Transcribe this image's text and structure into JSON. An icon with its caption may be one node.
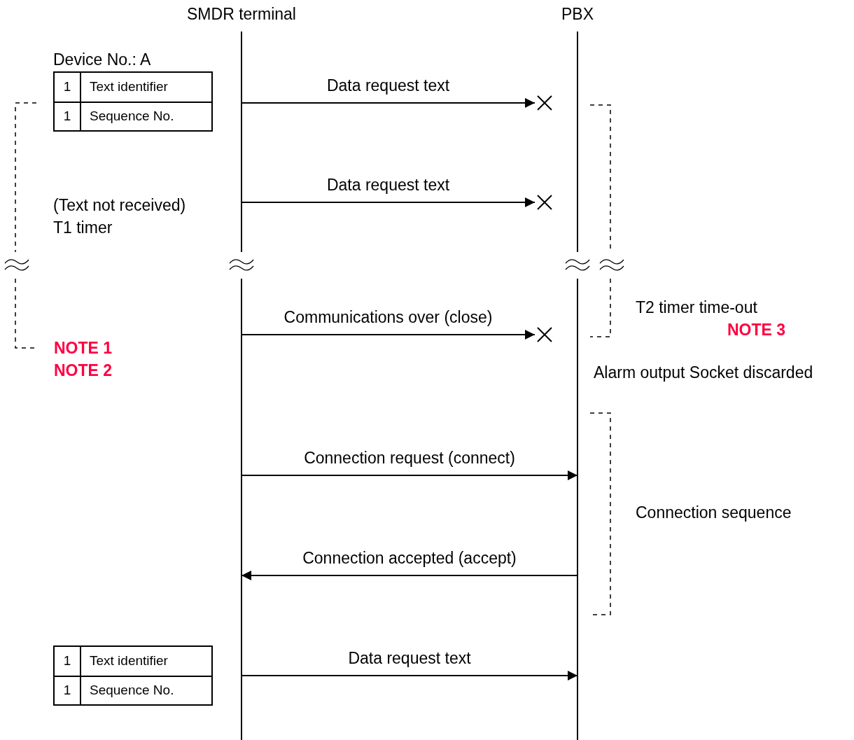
{
  "diagram": {
    "nodes": [
      {
        "text": [
          "SMDR terminal"
        ]
      },
      {
        "text": [
          "PBX"
        ]
      },
      {
        "text": [],
        "shape": "cross"
      },
      {
        "text": [],
        "shape": "cross"
      },
      {
        "text": [],
        "shape": "cross"
      },
      {
        "text": [
          "Device No.: A",
          "1",
          "Text identifier",
          "1",
          "Sequence No."
        ]
      },
      {
        "text": [
          "1",
          "Text identifier",
          "1",
          "Sequence No."
        ]
      }
    ],
    "edges": [
      {
        "from": 0,
        "to": 2,
        "arrow": "to",
        "label": "Data request text"
      },
      {
        "from": 0,
        "to": 3,
        "arrow": "to",
        "label": "Data request text"
      },
      {
        "from": 0,
        "to": 4,
        "arrow": "to",
        "label": "Communications over (close)"
      },
      {
        "from": 0,
        "to": 1,
        "arrow": "to",
        "label": "Connection request (connect)"
      },
      {
        "from": 1,
        "to": 0,
        "arrow": "to",
        "label": "Connection accepted (accept)"
      },
      {
        "from": 0,
        "to": 1,
        "arrow": "to",
        "label": "Data request text"
      }
    ],
    "labels": [
      "(Text not received)",
      "T1 timer",
      "T2 timer time-out",
      "NOTE 3",
      "NOTE 1",
      "NOTE 2",
      "Alarm output Socket discarded",
      "Connection sequence"
    ]
  }
}
